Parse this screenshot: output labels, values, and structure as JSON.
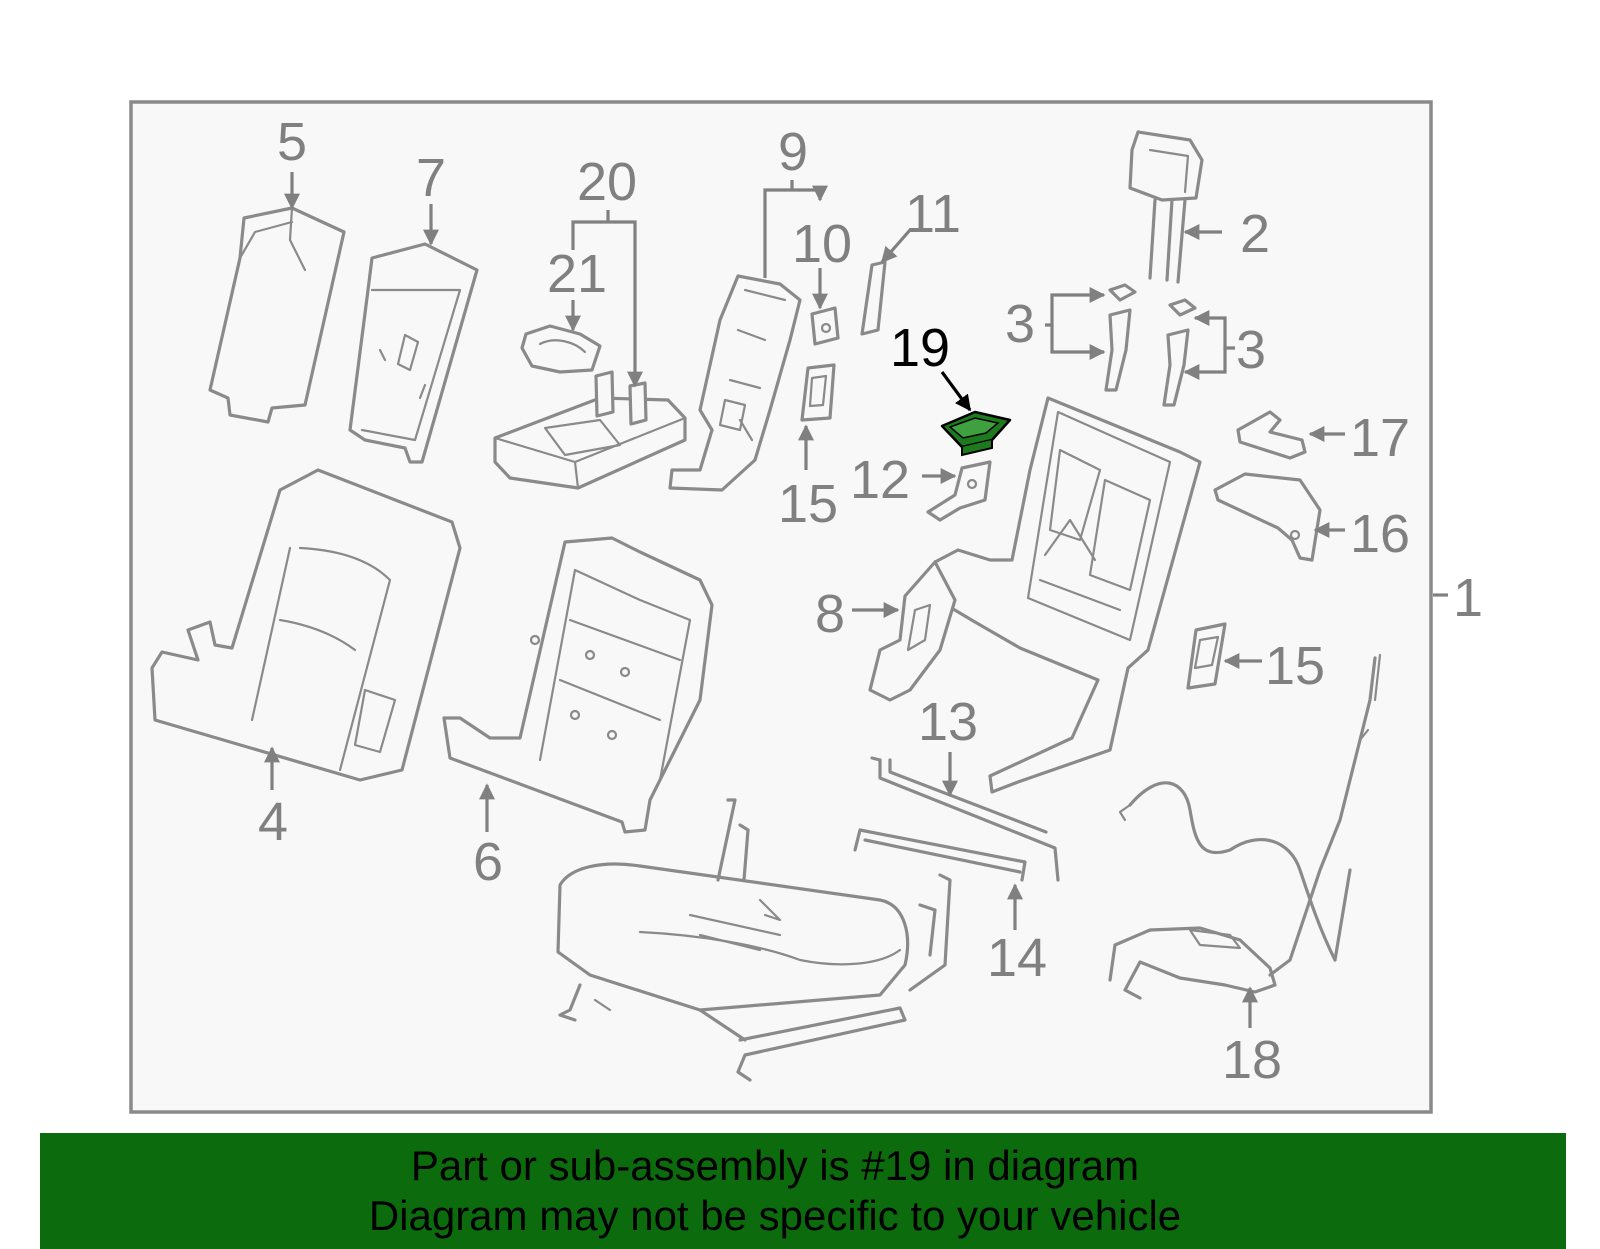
{
  "callouts": [
    {
      "id": "c1",
      "label": "1"
    },
    {
      "id": "c2",
      "label": "2"
    },
    {
      "id": "c3a",
      "label": "3"
    },
    {
      "id": "c3b",
      "label": "3"
    },
    {
      "id": "c4",
      "label": "4"
    },
    {
      "id": "c5",
      "label": "5"
    },
    {
      "id": "c6",
      "label": "6"
    },
    {
      "id": "c7",
      "label": "7"
    },
    {
      "id": "c8",
      "label": "8"
    },
    {
      "id": "c9",
      "label": "9"
    },
    {
      "id": "c10",
      "label": "10"
    },
    {
      "id": "c11",
      "label": "11"
    },
    {
      "id": "c12",
      "label": "12"
    },
    {
      "id": "c13",
      "label": "13"
    },
    {
      "id": "c14",
      "label": "14"
    },
    {
      "id": "c15a",
      "label": "15"
    },
    {
      "id": "c15b",
      "label": "15"
    },
    {
      "id": "c16",
      "label": "16"
    },
    {
      "id": "c17",
      "label": "17"
    },
    {
      "id": "c18",
      "label": "18"
    },
    {
      "id": "c19",
      "label": "19"
    },
    {
      "id": "c20",
      "label": "20"
    },
    {
      "id": "c21",
      "label": "21"
    }
  ],
  "highlight": {
    "part": "19",
    "color": "#1e7a1e"
  },
  "colors": {
    "banner": "#0c6b0c",
    "frame": "#8a8a8a",
    "frame_fill": "#f8f8f8",
    "callout": "#808080"
  },
  "banner": {
    "line1": "Part or sub-assembly is #19 in diagram",
    "line2": "Diagram may not be specific to your vehicle"
  }
}
